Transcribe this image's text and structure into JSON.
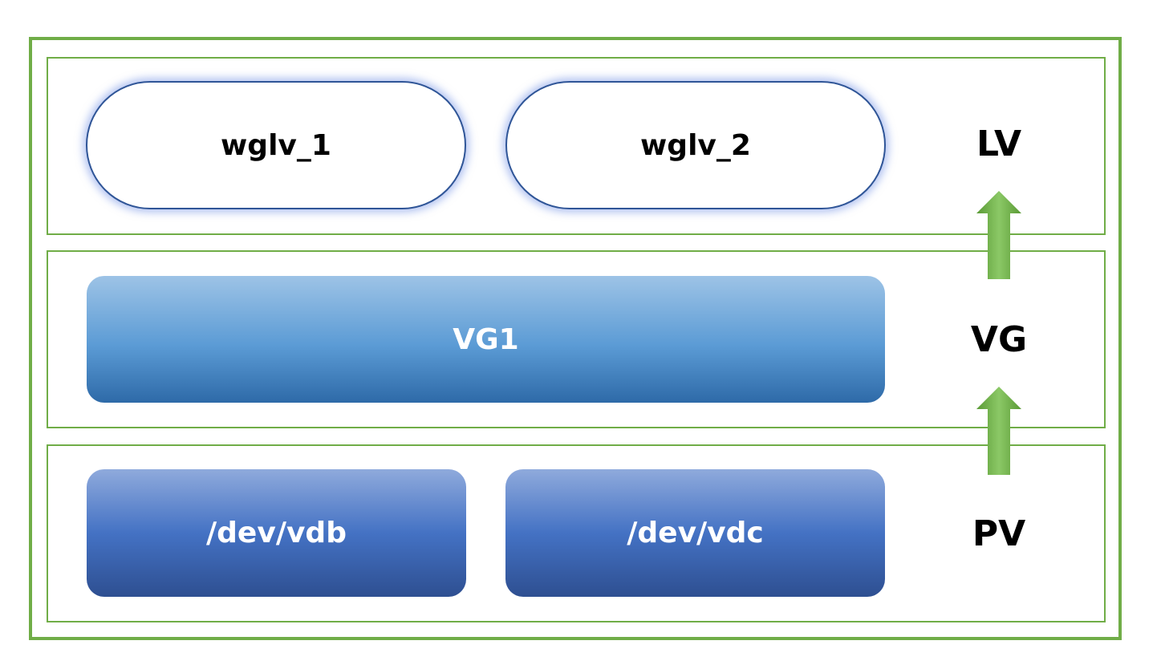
{
  "diagram": {
    "lv_layer": {
      "label": "LV",
      "volumes": [
        "wglv_1",
        "wglv_2"
      ]
    },
    "vg_layer": {
      "label": "VG",
      "group": "VG1"
    },
    "pv_layer": {
      "label": "PV",
      "volumes": [
        "/dev/vdb",
        "/dev/vdc"
      ]
    },
    "colors": {
      "frame": "#70ad47",
      "arrow": "#70ad47",
      "lv_border": "#2f5597",
      "vg_fill": "#5b9bd5",
      "pv_fill": "#4472c4"
    },
    "icons": [
      "up-arrow-icon",
      "up-arrow-icon"
    ]
  }
}
